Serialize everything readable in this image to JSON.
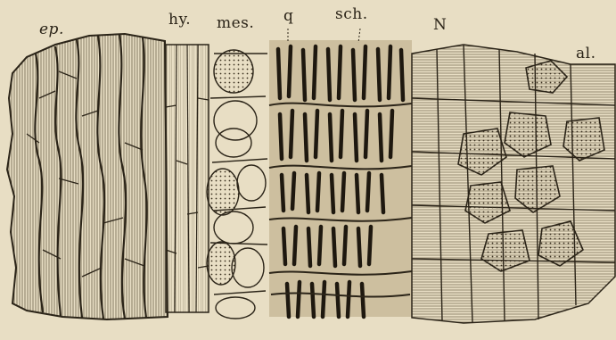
{
  "figure": {
    "labels": {
      "ep": "ep.",
      "hy": "hy.",
      "mes": "mes.",
      "q": "q",
      "sch": "sch.",
      "N": "N",
      "al": "al."
    },
    "colors": {
      "paper": "#e8dec4",
      "ink": "#2b2418",
      "hatch": "#4a4030"
    }
  }
}
